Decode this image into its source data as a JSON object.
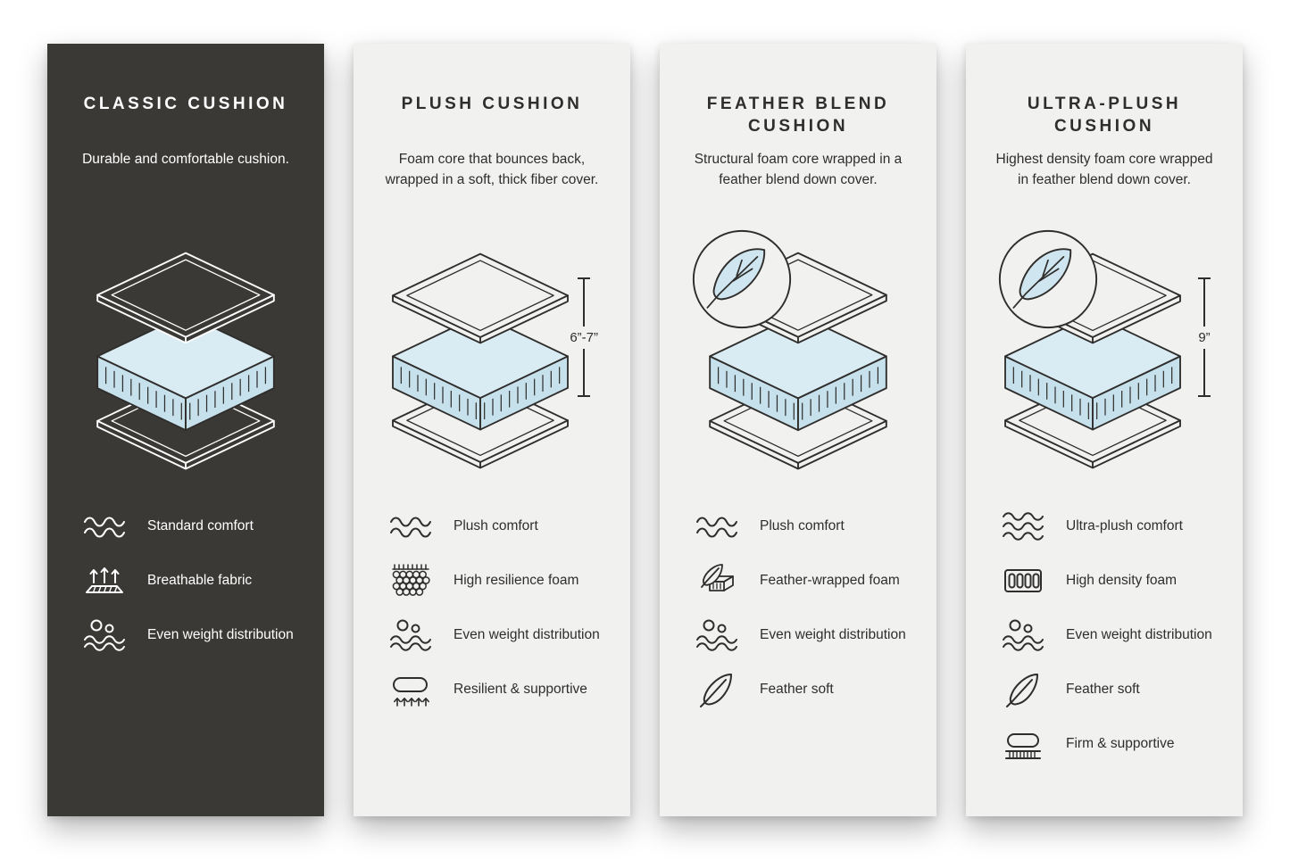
{
  "colors": {
    "dark_panel": "#3b3936",
    "light_panel": "#f1f1ef",
    "foam_blue_top": "#d9ebf3",
    "foam_blue_side": "#c6e0ec",
    "text_dark": "#2f2e2c",
    "text_light": "#ffffff"
  },
  "panels": [
    {
      "id": "classic",
      "title": "CLASSIC CUSHION",
      "description": "Durable and comfortable cushion.",
      "has_feather_badge": false,
      "measurement": "",
      "features": [
        {
          "icon": "waves-icon",
          "label": "Standard comfort"
        },
        {
          "icon": "breathable-icon",
          "label": "Breathable fabric"
        },
        {
          "icon": "weight-distribution-icon",
          "label": "Even weight distribution"
        }
      ]
    },
    {
      "id": "plush",
      "title": "PLUSH CUSHION",
      "description": "Foam core that bounces back, wrapped in a soft, thick fiber cover.",
      "has_feather_badge": false,
      "measurement": "6”-7”",
      "features": [
        {
          "icon": "waves-icon",
          "label": "Plush comfort"
        },
        {
          "icon": "foam-cells-icon",
          "label": "High resilience foam"
        },
        {
          "icon": "weight-distribution-icon",
          "label": "Even weight distribution"
        },
        {
          "icon": "resilient-icon",
          "label": "Resilient & supportive"
        }
      ]
    },
    {
      "id": "feather-blend",
      "title": "FEATHER BLEND CUSHION",
      "description": "Structural foam core wrapped in a feather blend down cover.",
      "has_feather_badge": true,
      "measurement": "",
      "features": [
        {
          "icon": "waves-icon",
          "label": "Plush comfort"
        },
        {
          "icon": "feather-foam-icon",
          "label": "Feather-wrapped foam"
        },
        {
          "icon": "weight-distribution-icon",
          "label": "Even weight distribution"
        },
        {
          "icon": "feather-icon",
          "label": "Feather soft"
        }
      ]
    },
    {
      "id": "ultra-plush",
      "title": "ULTRA-PLUSH CUSHION",
      "description": "Highest density foam core wrapped in feather blend down cover.",
      "has_feather_badge": true,
      "measurement": "9”",
      "features": [
        {
          "icon": "waves-icon",
          "label": "Ultra-plush comfort"
        },
        {
          "icon": "density-foam-icon",
          "label": "High density foam"
        },
        {
          "icon": "weight-distribution-icon",
          "label": "Even weight distribution"
        },
        {
          "icon": "feather-icon",
          "label": "Feather soft"
        },
        {
          "icon": "firm-icon",
          "label": "Firm & supportive"
        }
      ]
    }
  ]
}
